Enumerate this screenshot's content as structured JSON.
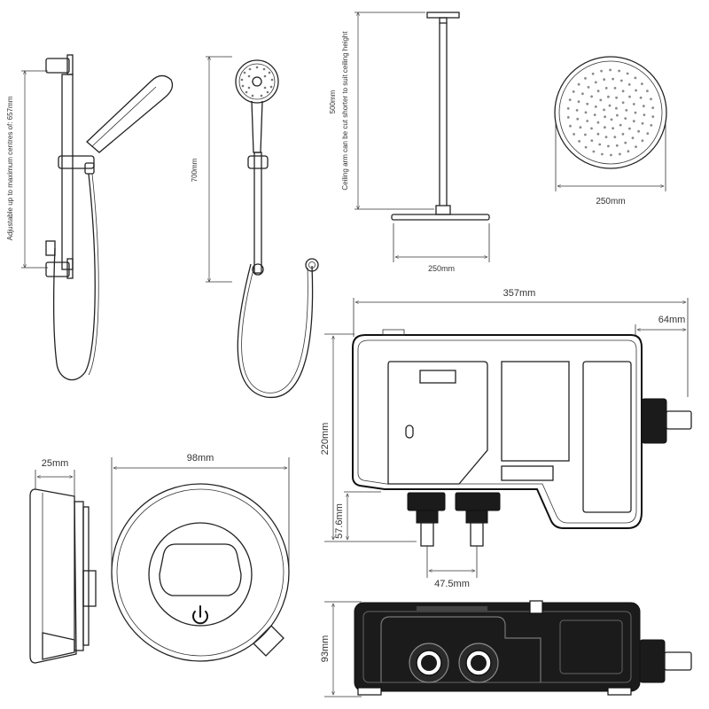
{
  "labels": {
    "rail_adjust": "Adjustable up to maximum centres of: 657mm",
    "handset_height": "700mm",
    "arm_length": "500mm",
    "arm_note": "Ceiling arm can be cut shorter to suit ceiling height",
    "rose_width_arm": "250mm",
    "rose_diameter": "250mm",
    "unit_width": "357mm",
    "outlet_offset": "64mm",
    "unit_height": "220mm",
    "inlet_height": "57.6mm",
    "inlet_spacing": "47.5mm",
    "unit_depth": "93mm",
    "control_depth": "25mm",
    "control_diameter": "98mm"
  },
  "icons": [
    "power-icon"
  ],
  "colors": {
    "line": "#222222",
    "fill": "#1b1b1b",
    "background": "#ffffff"
  }
}
